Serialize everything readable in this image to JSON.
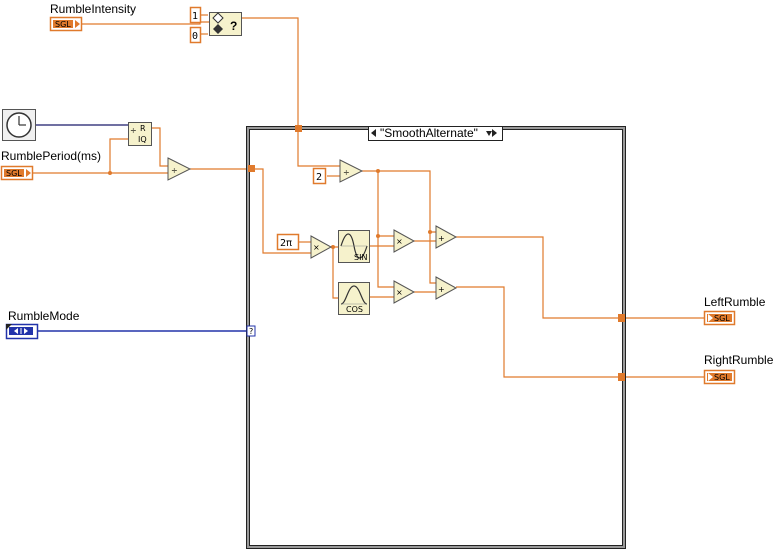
{
  "controls": {
    "rumble_intensity": {
      "label": "RumbleIntensity",
      "type": "SGL"
    },
    "rumble_period": {
      "label": "RumblePeriod(ms)",
      "type": "SGL"
    },
    "rumble_mode": {
      "label": "RumbleMode"
    }
  },
  "indicators": {
    "left_rumble": {
      "label": "LeftRumble",
      "type": "SGL"
    },
    "right_rumble": {
      "label": "RightRumble",
      "type": "SGL"
    }
  },
  "constants": {
    "one": "1",
    "zero": "0",
    "two": "2",
    "two_pi": "2π"
  },
  "case_structure": {
    "selector": "\"SmoothAlternate\""
  },
  "nodes": {
    "divide": "÷",
    "multiply": "×",
    "add": "+",
    "select": "?",
    "sin": "SIN",
    "cos": "COS",
    "quotient_r": "R",
    "quotient_iq": "IQ"
  },
  "colors": {
    "numeric_wire": "#e07a2c",
    "enum_wire": "#2233aa",
    "case_border": "#222222"
  }
}
